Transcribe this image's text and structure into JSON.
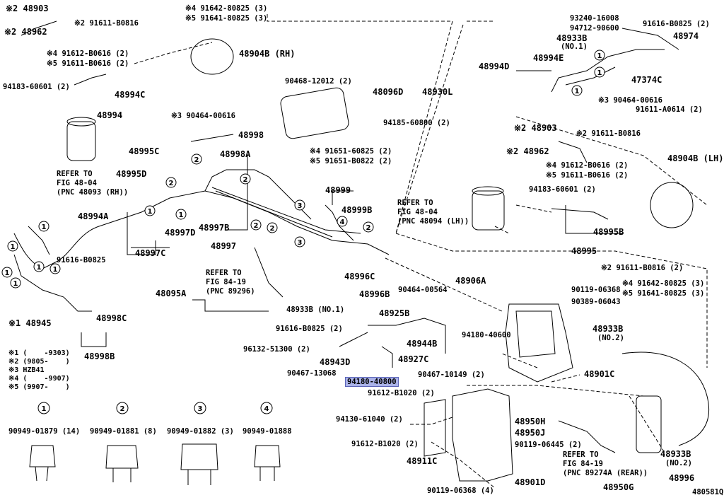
{
  "diagram_id": "480581Q",
  "highlight": "#aab2e8",
  "labels": [
    {
      "id": "l1",
      "t": "※2 48903"
    },
    {
      "id": "l2",
      "t": "※2 91611-B0816"
    },
    {
      "id": "l3",
      "t": "※2 48962"
    },
    {
      "id": "l4",
      "t": "※4 91612-B0616 (2)"
    },
    {
      "id": "l5",
      "t": "※5 91611-B0616 (2)"
    },
    {
      "id": "l6",
      "t": "94183-60601 (2)"
    },
    {
      "id": "l7",
      "t": "48994C"
    },
    {
      "id": "l8",
      "t": "48994"
    },
    {
      "id": "l9",
      "t": "REFER TO"
    },
    {
      "id": "l10",
      "t": "FIG 48-04"
    },
    {
      "id": "l11",
      "t": "(PNC 48093 (RH))"
    },
    {
      "id": "l12",
      "t": "※4 91642-80825 (3)"
    },
    {
      "id": "l13",
      "t": "※5 91641-80825 (3)"
    },
    {
      "id": "l14",
      "t": "48904B (RH)"
    },
    {
      "id": "l15",
      "t": "90468-12012 (2)"
    },
    {
      "id": "l16",
      "t": "48096D"
    },
    {
      "id": "l17",
      "t": "48930L"
    },
    {
      "id": "l18",
      "t": "※3 90464-00616"
    },
    {
      "id": "l19",
      "t": "94185-60800 (2)"
    },
    {
      "id": "l20",
      "t": "48998"
    },
    {
      "id": "l21",
      "t": "48998A"
    },
    {
      "id": "l22",
      "t": "48995C"
    },
    {
      "id": "l23",
      "t": "48995D"
    },
    {
      "id": "l24",
      "t": "※4 91651-60825 (2)"
    },
    {
      "id": "l25",
      "t": "※5 91651-B0822 (2)"
    },
    {
      "id": "l26",
      "t": "48999"
    },
    {
      "id": "l27",
      "t": "48999B"
    },
    {
      "id": "l28",
      "t": "48994A"
    },
    {
      "id": "l29",
      "t": "48997D"
    },
    {
      "id": "l30",
      "t": "48997B"
    },
    {
      "id": "l31",
      "t": "48997"
    },
    {
      "id": "l32",
      "t": "91616-B0825"
    },
    {
      "id": "l33",
      "t": "48997C"
    },
    {
      "id": "l34",
      "t": "REFER TO"
    },
    {
      "id": "l35",
      "t": "FIG 48-04"
    },
    {
      "id": "l36",
      "t": "(PNC 48094 (LH))"
    },
    {
      "id": "l37",
      "t": "48996C"
    },
    {
      "id": "l38",
      "t": "48996B"
    },
    {
      "id": "l39",
      "t": "REFER TO"
    },
    {
      "id": "l40",
      "t": "FIG 84-19"
    },
    {
      "id": "l41",
      "t": "(PNC 89296)"
    },
    {
      "id": "l42",
      "t": "48095A"
    },
    {
      "id": "l43",
      "t": "48933B (NO.1)"
    },
    {
      "id": "l44",
      "t": "※1 48945"
    },
    {
      "id": "l45",
      "t": "48998C"
    },
    {
      "id": "l46",
      "t": "48998B"
    },
    {
      "id": "l47",
      "t": "91616-B0825 (2)"
    },
    {
      "id": "l48",
      "t": "48925B"
    },
    {
      "id": "l49",
      "t": "48944B"
    },
    {
      "id": "l50",
      "t": "96132-51300 (2)"
    },
    {
      "id": "l51",
      "t": "48943D"
    },
    {
      "id": "l52",
      "t": "48927C"
    },
    {
      "id": "l53",
      "t": "90467-13068"
    },
    {
      "id": "l54",
      "t": "94180-40800"
    },
    {
      "id": "l55",
      "t": "91612-B1020 (2)"
    },
    {
      "id": "l56",
      "t": "90464-00564"
    },
    {
      "id": "l57",
      "t": "48906A"
    },
    {
      "id": "l58",
      "t": "94180-40600"
    },
    {
      "id": "l59",
      "t": "90467-10149 (2)"
    },
    {
      "id": "l60",
      "t": "90119-06368"
    },
    {
      "id": "l61",
      "t": "90389-06043"
    },
    {
      "id": "l62",
      "t": "48933B"
    },
    {
      "id": "l63",
      "t": "(NO.2)"
    },
    {
      "id": "l64",
      "t": "48901C"
    },
    {
      "id": "l65",
      "t": "94130-61040 (2)"
    },
    {
      "id": "l66",
      "t": "48950H"
    },
    {
      "id": "l67",
      "t": "48950J"
    },
    {
      "id": "l68",
      "t": "90119-06445 (2)"
    },
    {
      "id": "l69",
      "t": "91612-B1020 (2)"
    },
    {
      "id": "l70",
      "t": "48911C"
    },
    {
      "id": "l71",
      "t": "REFER TO"
    },
    {
      "id": "l72",
      "t": "FIG 84-19"
    },
    {
      "id": "l73",
      "t": "(PNC 89274A (REAR))"
    },
    {
      "id": "l74",
      "t": "48950G"
    },
    {
      "id": "l75",
      "t": "48901D"
    },
    {
      "id": "l76",
      "t": "90119-06368 (4)"
    },
    {
      "id": "l77",
      "t": "48933B"
    },
    {
      "id": "l78",
      "t": "(NO.2)"
    },
    {
      "id": "l79",
      "t": "48996"
    },
    {
      "id": "l80",
      "t": "93240-16008"
    },
    {
      "id": "l81",
      "t": "94712-90600"
    },
    {
      "id": "l82",
      "t": "91616-B0825 (2)"
    },
    {
      "id": "l83",
      "t": "48933B"
    },
    {
      "id": "l84",
      "t": "(NO.1)"
    },
    {
      "id": "l85",
      "t": "48974"
    },
    {
      "id": "l86",
      "t": "48994D"
    },
    {
      "id": "l87",
      "t": "48994E"
    },
    {
      "id": "l88",
      "t": "47374C"
    },
    {
      "id": "l89",
      "t": "※3 90464-00616"
    },
    {
      "id": "l90",
      "t": "91611-A0614 (2)"
    },
    {
      "id": "l91",
      "t": "※2 48903"
    },
    {
      "id": "l92",
      "t": "※2 91611-B0816"
    },
    {
      "id": "l93",
      "t": "※2 48962"
    },
    {
      "id": "l94",
      "t": "48904B (LH)"
    },
    {
      "id": "l95",
      "t": "※4 91612-B0616 (2)"
    },
    {
      "id": "l96",
      "t": "※5 91611-B0616 (2)"
    },
    {
      "id": "l97",
      "t": "94183-60601 (2)"
    },
    {
      "id": "l98",
      "t": "48995B"
    },
    {
      "id": "l99",
      "t": "48995"
    },
    {
      "id": "l100",
      "t": "※2 91611-B0816 (2)"
    },
    {
      "id": "l101",
      "t": "※4 91642-80825 (3)"
    },
    {
      "id": "l102",
      "t": "※5 91641-80825 (3)"
    },
    {
      "id": "l103",
      "t": "480581Q"
    }
  ],
  "notes": [
    "※1 (    -9303)",
    "※2 (9805-    )",
    "※3 HZB41",
    "※4 (    -9907)",
    "※5 (9907-    )"
  ],
  "connectors": [
    {
      "n": "1",
      "part": "90949-01879 (14)"
    },
    {
      "n": "2",
      "part": "90949-01881 (8)"
    },
    {
      "n": "3",
      "part": "90949-01882 (3)"
    },
    {
      "n": "4",
      "part": "90949-01888"
    }
  ]
}
